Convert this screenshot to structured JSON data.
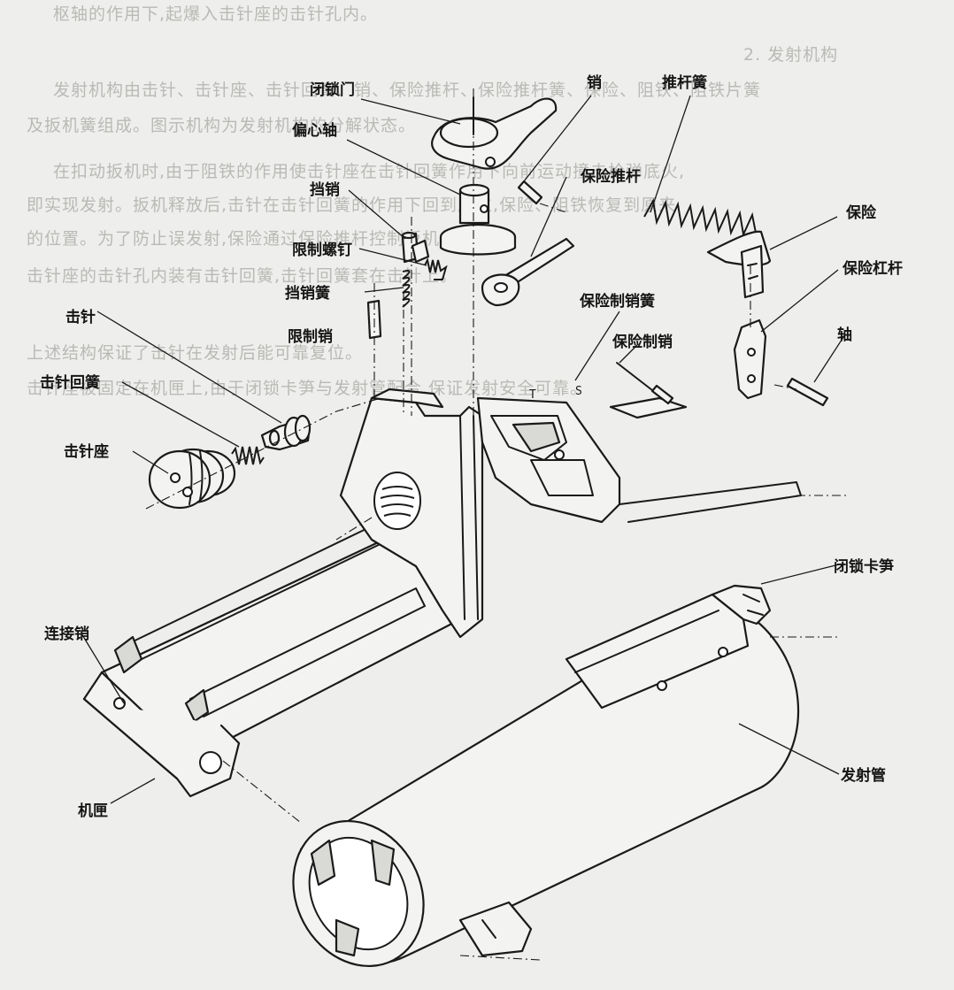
{
  "background_text": {
    "line1": "枢轴的作用下,起爆入击针座的击针孔内。",
    "line2": "2. 发射机构",
    "line3": "发射机构由击针、击针座、击针回簧、销、保险推杆、保险推杆簧、保险、阻铁、阻铁片簧",
    "line4": "及扳机簧组成。图示机构为发射机构的分解状态。",
    "line5": "在扣动扳机时,由于阻铁的作用使击针座在击针回簧作用下向前运动撞击枪弹底火,",
    "line6": "即实现发射。扳机释放后,击针在击针回簧的作用下回到原位,保险、阻铁恢复到原来",
    "line7": "的位置。为了防止误发射,保险通过保险推杆控制扳机的运动。",
    "line8": "击针座的击针孔内装有击针回簧,击针回簧套在击针上。",
    "line9": "上述结构保证了击针在发射后能可靠复位。",
    "line10": "击针座被固定在机匣上,由于闭锁卡笋与发射管配合,保证发射安全可靠。"
  },
  "labels": {
    "bi_suo_men": "闭锁门",
    "xiao": "销",
    "pian_xin_zhou": "偏心轴",
    "tui_gan_huang": "推杆簧",
    "dang_xiao": "挡销",
    "bao_xian_tui_gan": "保险推杆",
    "bao_xian": "保险",
    "xian_zhi_luo_ding": "限制螺钉",
    "bao_xian_gang_gan": "保险杠杆",
    "dang_xiao_huang": "挡销簧",
    "bao_xian_zhi_xiao_huang": "保险制销簧",
    "ji_zhen": "击针",
    "xian_zhi_xiao": "限制销",
    "zhou": "轴",
    "bao_xian_zhi_xiao": "保险制销",
    "ji_zhen_hui_huang": "击针回簧",
    "ji_zhen_zuo": "击针座",
    "bi_suo_ka_sun": "闭锁卡笋",
    "lian_jie_xiao": "连接销",
    "fa_she_guan": "发射管",
    "ji_xia": "机匣"
  },
  "colors": {
    "ink": "#1a1a1a",
    "paper": "#eeeeec",
    "bleed_through": "#b9b9b6"
  }
}
